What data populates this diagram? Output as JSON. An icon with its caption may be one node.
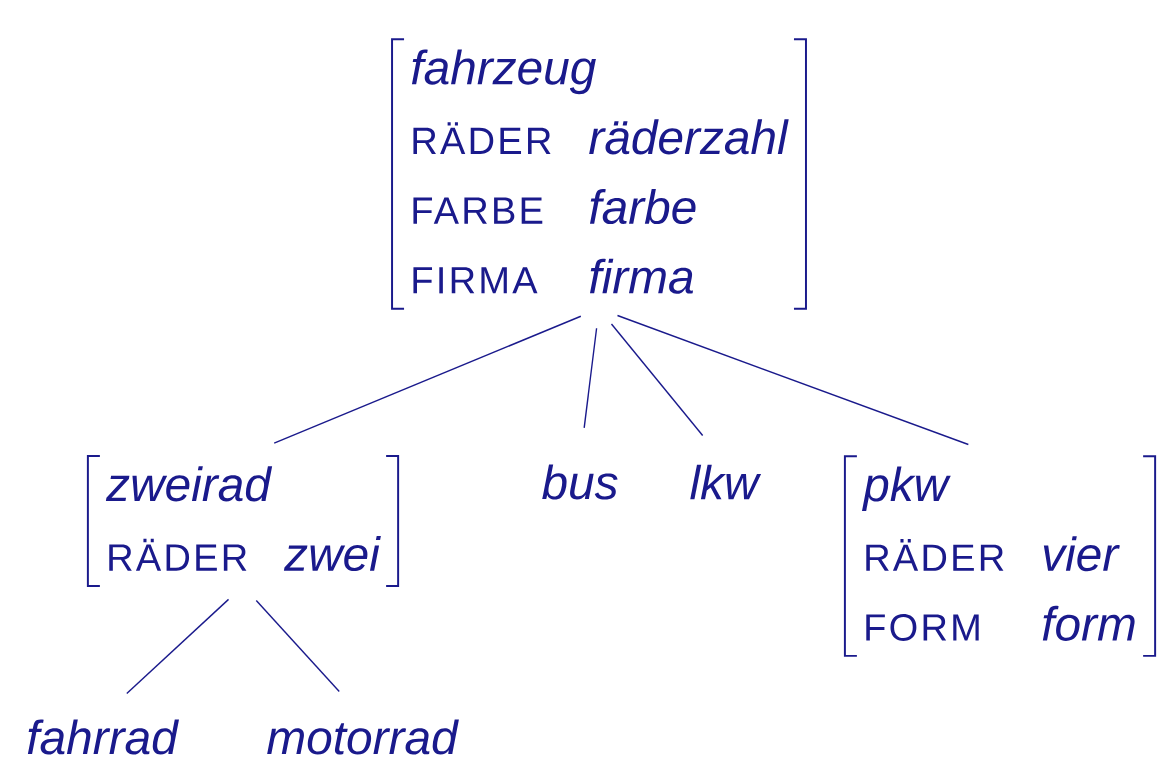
{
  "diagram": {
    "nodes": [
      {
        "text": [
          "fahrzeug",
          "RÄDER",
          "räderzahl",
          "FARBE",
          "farbe",
          "FIRMA",
          "firma"
        ]
      },
      {
        "text": [
          "zweirad",
          "RÄDER",
          "zwei"
        ]
      },
      {
        "text": [
          "bus"
        ]
      },
      {
        "text": [
          "lkw"
        ]
      },
      {
        "text": [
          "pkw",
          "RÄDER",
          "vier",
          "FORM",
          "form"
        ]
      },
      {
        "text": [
          "fahrrad"
        ]
      },
      {
        "text": [
          "motorrad"
        ]
      }
    ],
    "edges": [
      {
        "from": 0,
        "to": 1,
        "arrow": "none"
      },
      {
        "from": 0,
        "to": 2,
        "arrow": "none"
      },
      {
        "from": 0,
        "to": 3,
        "arrow": "none"
      },
      {
        "from": 0,
        "to": 4,
        "arrow": "none"
      },
      {
        "from": 1,
        "to": 5,
        "arrow": "none"
      },
      {
        "from": 1,
        "to": 6,
        "arrow": "none"
      }
    ]
  }
}
